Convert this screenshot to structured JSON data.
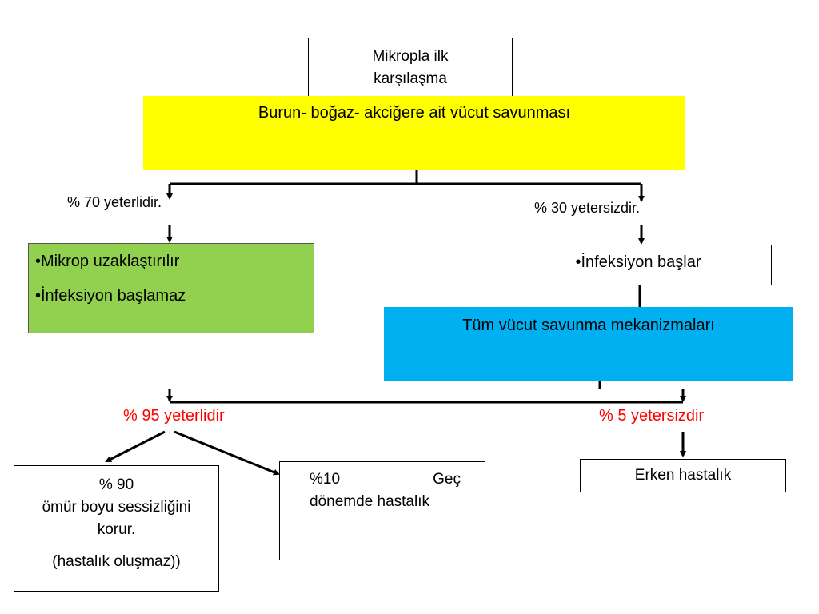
{
  "colors": {
    "yellow": "#ffff00",
    "green": "#92d050",
    "blue": "#00b0f0",
    "red": "#ff0000",
    "line": "#000000"
  },
  "nodes": {
    "first_contact": {
      "line1": "Mikropla ilk",
      "line2": "karşılaşma"
    },
    "upper_defense": "Burun- boğaz- akciğere ait vücut savunması",
    "left_label": "% 70 yeterlidir.",
    "right_label": "% 30 yetersizdir.",
    "green_box": {
      "item1": "•Mikrop uzaklaştırılır",
      "item2": "•İnfeksiyon başlamaz"
    },
    "infection_box": "•İnfeksiyon başlar",
    "body_defense": "Tüm vücut  savunma mekanizmaları",
    "red_left": "% 95 yeterlidir",
    "red_right": "% 5 yetersizdir",
    "box_90": {
      "line1": "% 90",
      "line2": "ömür boyu sessizliğini",
      "line3": "korur.",
      "line4": "(hastalık oluşmaz))"
    },
    "box_10": {
      "word1": "%10",
      "word2": "Geç",
      "line2": "dönemde hastalık"
    },
    "early_disease": "Erken hastalık"
  }
}
